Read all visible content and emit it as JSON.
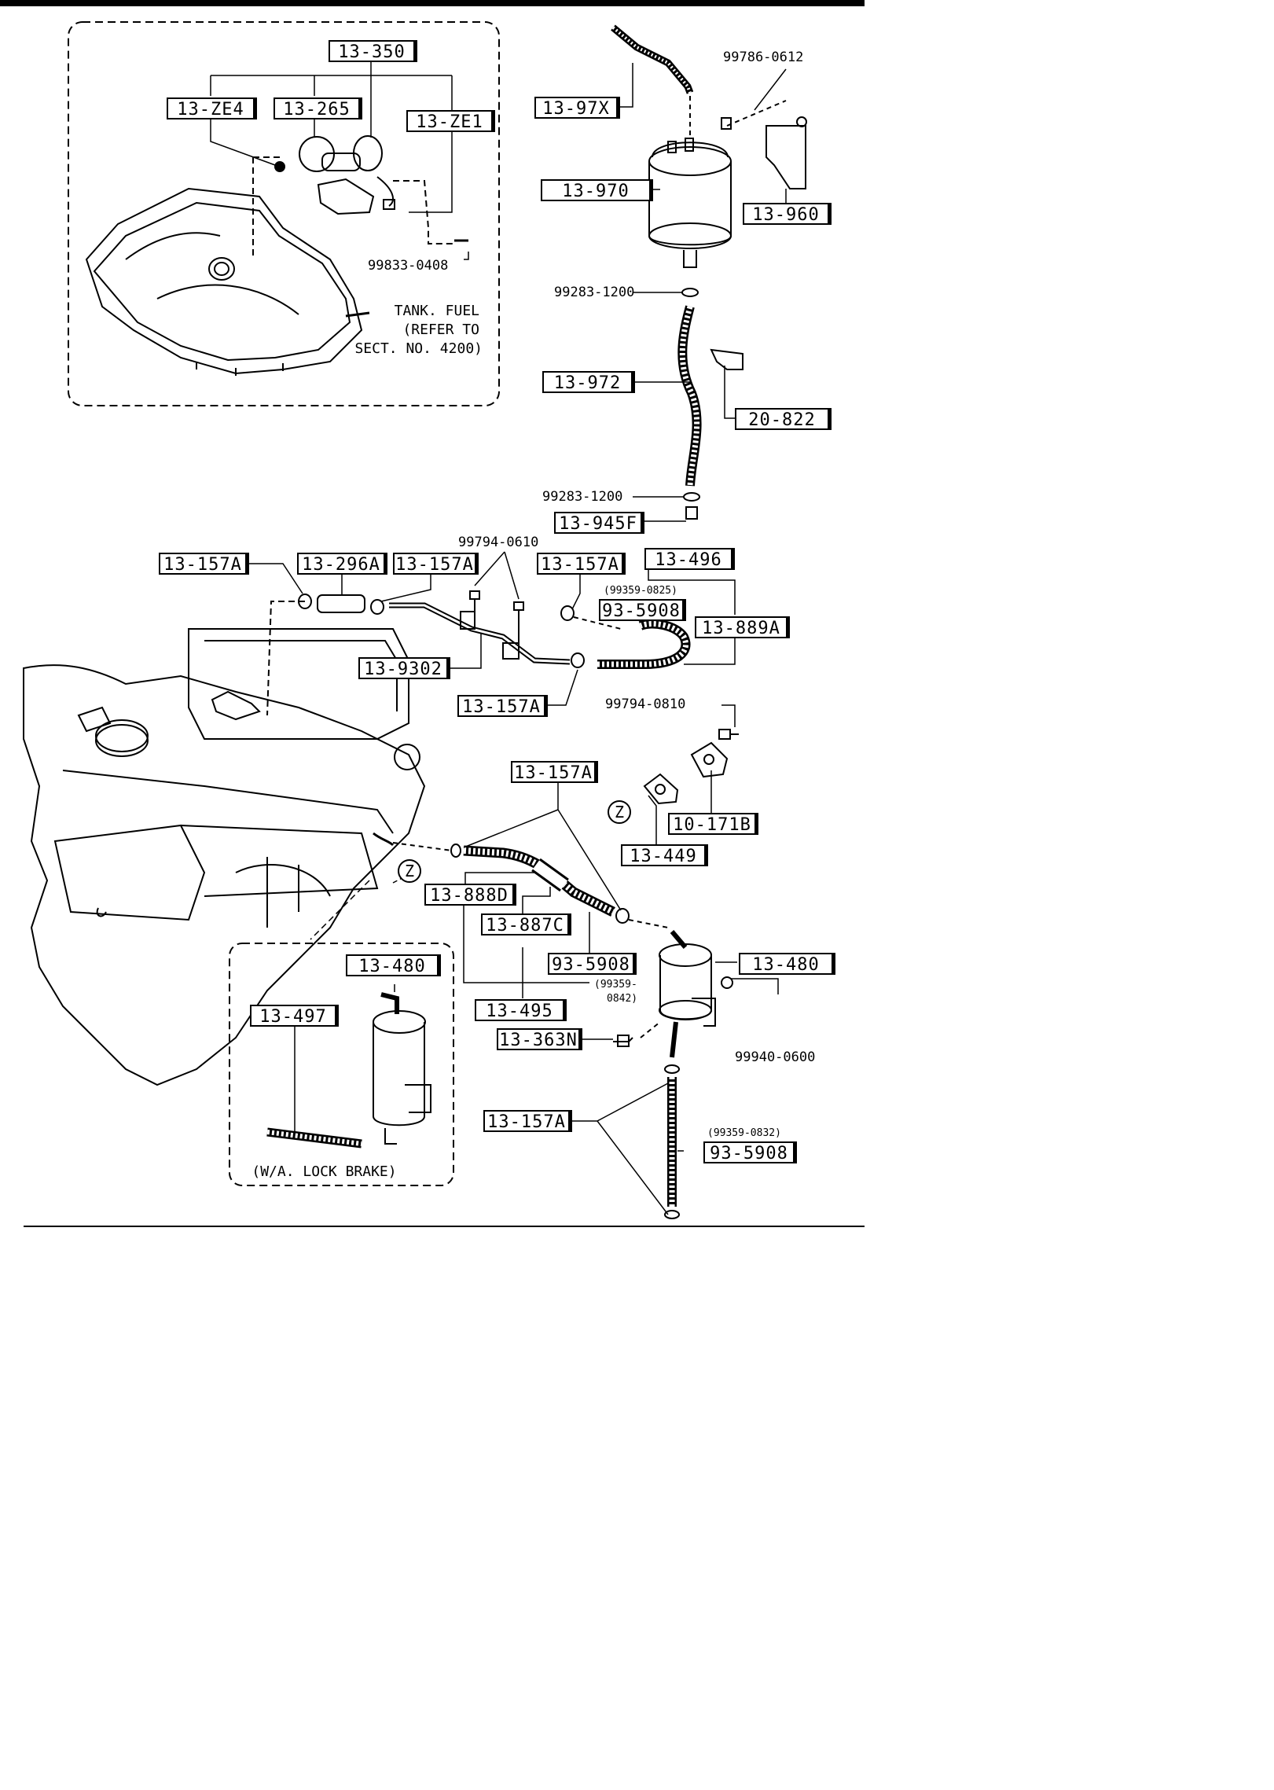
{
  "part_codes": {
    "p13_350": "13-350",
    "p13_ze4": "13-ZE4",
    "p13_265": "13-265",
    "p13_ze1": "13-ZE1",
    "p13_97x": "13-97X",
    "p13_970": "13-970",
    "p13_960": "13-960",
    "p13_972": "13-972",
    "p20_822": "20-822",
    "p13_945f": "13-945F",
    "p13_157a_1": "13-157A",
    "p13_296a": "13-296A",
    "p13_157a_2": "13-157A",
    "p13_157a_3": "13-157A",
    "p13_496": "13-496",
    "p93_5908_1": "93-5908",
    "p13_889a": "13-889A",
    "p13_9302": "13-9302",
    "p13_157a_4": "13-157A",
    "p13_157a_5": "13-157A",
    "p13_449": "13-449",
    "p10_171b": "10-171B",
    "p13_888d": "13-888D",
    "p13_887c": "13-887C",
    "p93_5908_2": "93-5908",
    "p13_495": "13-495",
    "p13_480_1": "13-480",
    "p13_363n": "13-363N",
    "p13_480_2": "13-480",
    "p13_497": "13-497",
    "p13_157a_6": "13-157A",
    "p93_5908_3": "93-5908"
  },
  "bolt_numbers": {
    "b99786_0612": "99786-0612",
    "b99833_0408": "99833-0408",
    "b99283_1200_a": "99283-1200",
    "b99283_1200_b": "99283-1200",
    "b99794_0610": "99794-0610",
    "b99359_0825": "(99359-0825)",
    "b99794_0810": "99794-0810",
    "b99359_0842_a": "(99359-",
    "b99359_0842_b": "0842)",
    "b99940_0600": "99940-0600",
    "b99359_0832": "(99359-0832)"
  },
  "notes": {
    "tank_line1": "TANK. FUEL",
    "tank_line2": "(REFER TO",
    "tank_line3": "SECT. NO. 4200)",
    "lock_brake": "(W/A. LOCK BRAKE)"
  },
  "markers": {
    "z1": "Z",
    "z2": "Z"
  }
}
